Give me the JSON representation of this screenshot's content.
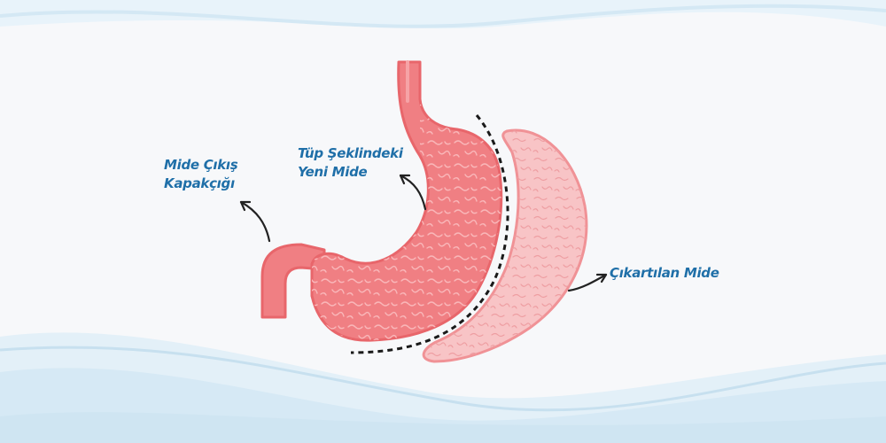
{
  "labels": {
    "pylorus": {
      "line1": "Mide Çıkış",
      "line2": "Kapakçığı"
    },
    "new_stomach": {
      "line1": "Tüp Şeklindeki",
      "line2": "Yeni Mide"
    },
    "removed": {
      "line1": "Çıkartılan Mide"
    }
  },
  "colors": {
    "label_text": "#1f6fa8",
    "stomach_fill": "#f07f83",
    "stomach_stroke": "#e8666b",
    "stomach_texture": "#f9b7b9",
    "removed_fill": "#f8c4c6",
    "removed_stroke": "#f09296",
    "removed_texture": "#fbe0e1",
    "wave": "#d8ecf7",
    "arrow": "#222222",
    "cut_line": "#1a1a1a"
  }
}
